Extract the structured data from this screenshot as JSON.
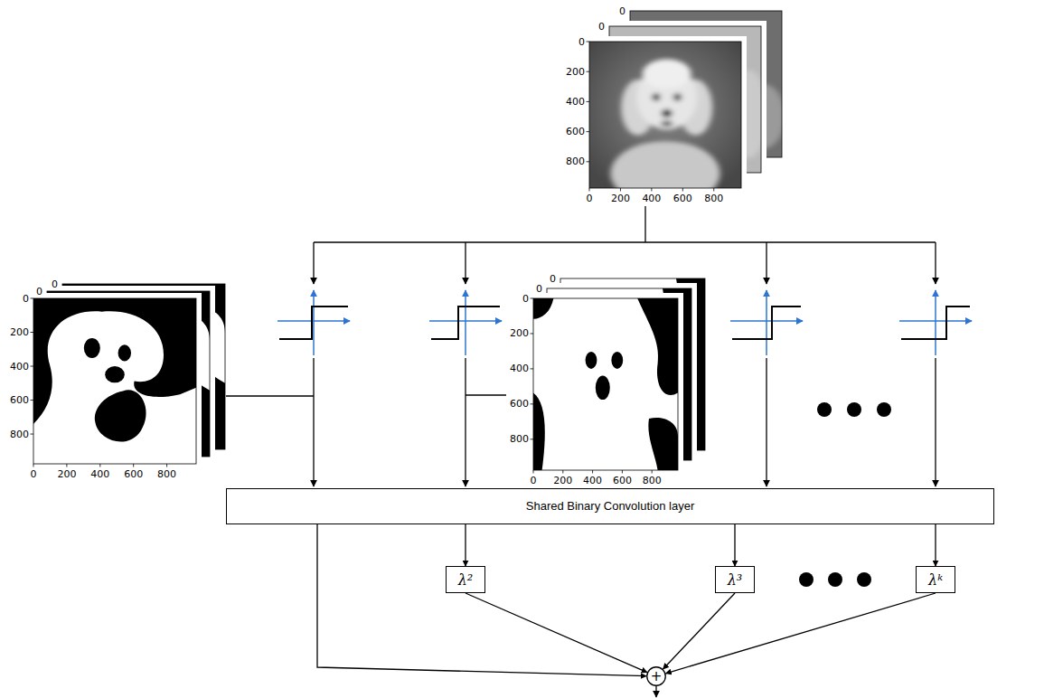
{
  "diagram": {
    "nodes": [
      {
        "text": [
          "Shared Binary Convolution layer"
        ]
      },
      {
        "text": [
          "λ²"
        ]
      },
      {
        "text": [
          "λ³"
        ]
      },
      {
        "text": [
          "λᵏ"
        ]
      },
      {
        "text": [
          "+"
        ]
      }
    ],
    "edges": [
      {
        "from": 0,
        "to": 1,
        "arrow": "to"
      },
      {
        "from": 0,
        "to": 2,
        "arrow": "to"
      },
      {
        "from": 0,
        "to": 3,
        "arrow": "to"
      },
      {
        "from": 0,
        "to": 4,
        "arrow": "to"
      },
      {
        "from": 1,
        "to": 4,
        "arrow": "to"
      },
      {
        "from": 2,
        "to": 4,
        "arrow": "to"
      },
      {
        "from": 3,
        "to": 4,
        "arrow": "to"
      }
    ],
    "labels": [
      "0",
      "0",
      "0",
      "200",
      "400",
      "600",
      "800",
      "0",
      "200",
      "400",
      "600",
      "800",
      "0",
      "0",
      "0",
      "200",
      "400",
      "600",
      "800",
      "0",
      "200",
      "400",
      "600",
      "800",
      "0",
      "0",
      "0",
      "200",
      "400",
      "600",
      "800",
      "0",
      "200",
      "400",
      "600",
      "800"
    ]
  }
}
